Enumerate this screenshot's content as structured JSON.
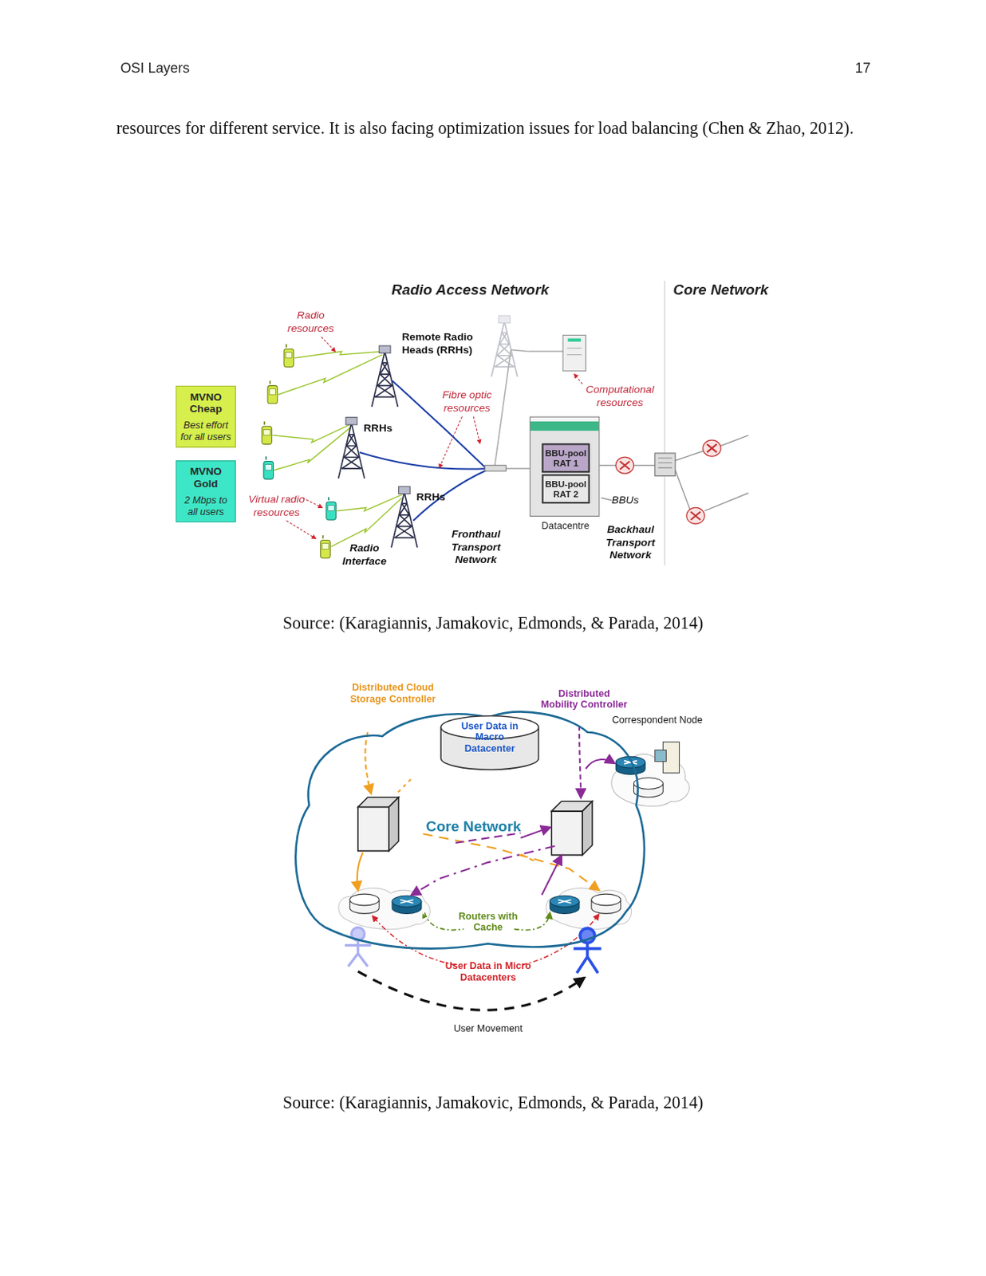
{
  "diagram": {
    "nodes": [
      {
        "text": [
          "MVNO Cheap",
          "Best effort for all users"
        ]
      },
      {
        "text": [
          "MVNO Gold",
          "2 Mbps to all users"
        ]
      },
      {
        "text": [
          "Datacentre"
        ]
      },
      {
        "text": [
          "BBU-pool RAT 1"
        ],
        "in": 2
      },
      {
        "text": [
          "BBU-pool RAT 2"
        ],
        "in": 2
      },
      {
        "text": [
          "Core Network"
        ]
      },
      {
        "text": [
          "User Data in Macro Datacenter"
        ],
        "in": 5
      }
    ],
    "labels": [
      "OSI Layers",
      "17",
      "resources for different service. It is also facing optimization issues for load balancing (Chen & Zhao, 2012).",
      "Radio Access Network",
      "Core Network",
      "Radio resources",
      "Remote Radio Heads (RRHs)",
      "Fibre optic resources",
      "Computational resources",
      "RRHs",
      "RRHs",
      "Virtual radio resources",
      "Radio Interface",
      "Fronthaul Transport Network",
      "BBUs",
      "Backhaul Transport Network",
      "Source: (Karagiannis, Jamakovic, Edmonds, & Parada, 2014)",
      "Distributed Cloud Storage Controller",
      "Distributed Mobility Controller",
      "Correspondent Node",
      "Routers with Cache",
      "User Data in Micro Datacenters",
      "User Movement",
      "Source: (Karagiannis, Jamakovic, Edmonds, & Parada, 2014)"
    ]
  }
}
